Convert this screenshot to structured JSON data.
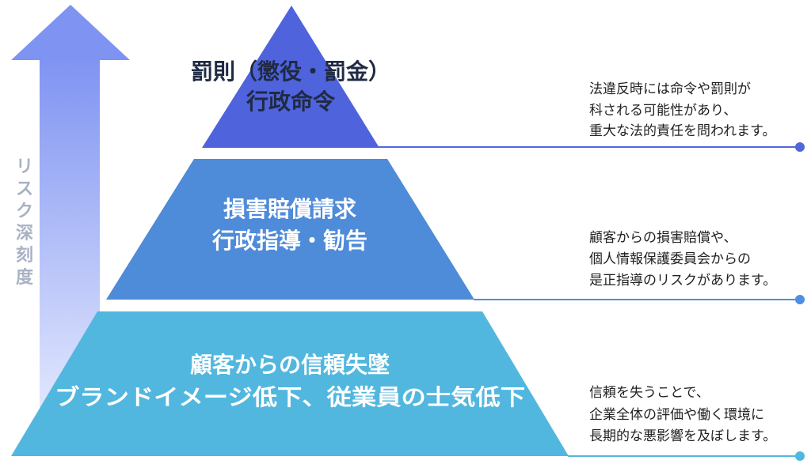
{
  "axis": {
    "label": "リスク深刻度"
  },
  "tiers": [
    {
      "id": "top",
      "lines": [
        "罰則（懲役・罰金）",
        "行政命令"
      ],
      "description": [
        "法違反時には命令や罰則が",
        "科される可能性があり、",
        "重大な法的責任を問われます。"
      ]
    },
    {
      "id": "middle",
      "lines": [
        "損害賠償請求",
        "行政指導・勧告"
      ],
      "description": [
        "顧客からの損害賠償や、",
        "個人情報保護委員会からの",
        "是正指導のリスクがあります。"
      ]
    },
    {
      "id": "bottom",
      "lines": [
        "顧客からの信頼失墜",
        "ブランドイメージ低下、従業員の士気低下"
      ],
      "description": [
        "信頼を失うことで、",
        "企業全体の評価や働く環境に",
        "長期的な悪影響を及ぼします。"
      ]
    }
  ],
  "colors": {
    "top": "#4f63dc",
    "middle": "#4e8bd8",
    "bottom": "#52b7de",
    "arrow_top": "#7f93f2",
    "arrow_bottom": "#eef2ff",
    "line_top": "#5167d8",
    "line_middle": "#4f8ee0",
    "line_bottom": "#52b7de"
  }
}
